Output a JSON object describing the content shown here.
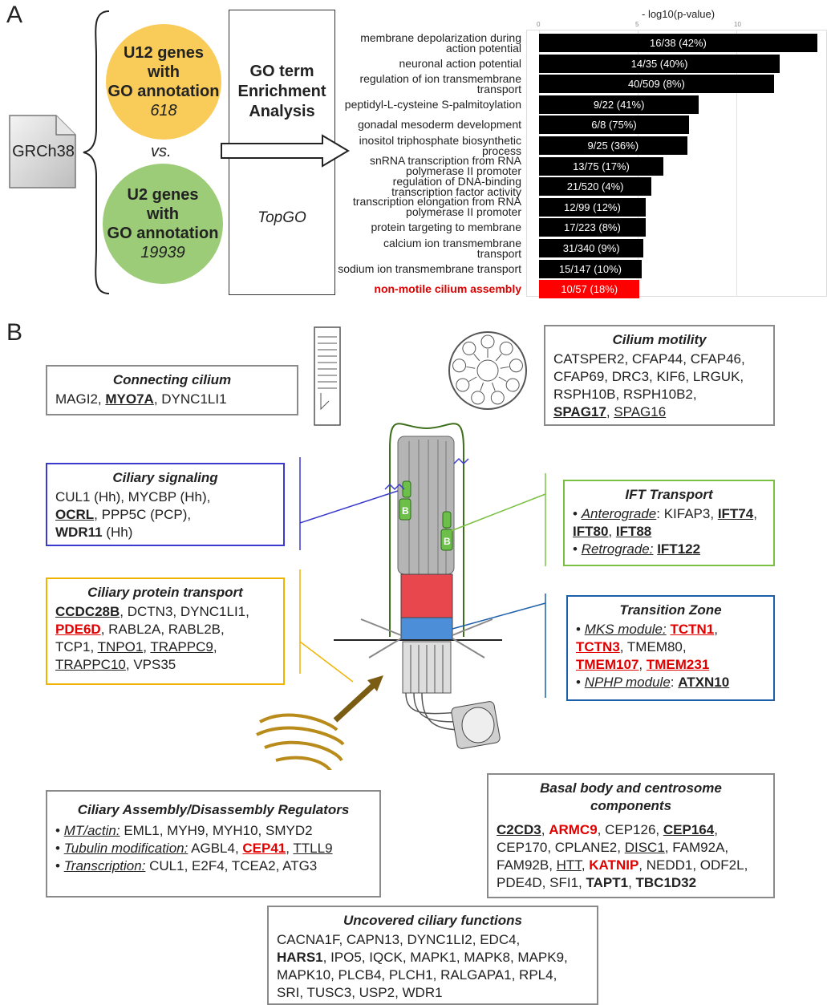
{
  "panel_a": {
    "letter": "A",
    "grch": "GRCh38",
    "u12": {
      "line1": "U12 genes",
      "line2": "with",
      "line3": "GO annotation",
      "count": "618"
    },
    "vs": "vs.",
    "u2": {
      "line1": "U2 genes",
      "line2": "with",
      "line3": "GO annotation",
      "count": "19939"
    },
    "go_box": {
      "line1": "GO term",
      "line2": "Enrichment",
      "line3": "Analysis",
      "tool": "TopGO"
    },
    "axis_title": "- log10(p-value)",
    "axis_ticks": [
      "0",
      "5",
      "10"
    ],
    "chart_data": {
      "type": "bar",
      "orientation": "horizontal",
      "xlabel": "- log10(p-value)",
      "xlim": [
        0,
        15
      ],
      "categories": [
        "membrane depolarization during action potential",
        "neuronal action potential",
        "regulation of ion transmembrane transport",
        "peptidyl-L-cysteine S-palmitoylation",
        "gonadal mesoderm development",
        "inositol triphosphate biosynthetic process",
        "snRNA transcription from RNA polymerase II promoter",
        "regulation of DNA-binding transcription factor activity",
        "transcription elongation from RNA polymerase II promoter",
        "protein targeting to membrane",
        "calcium ion transmembrane transport",
        "sodium ion transmembrane transport",
        "non-motile cilium assembly"
      ],
      "values": [
        14.1,
        12.2,
        11.9,
        8.1,
        7.6,
        7.5,
        6.3,
        5.7,
        5.4,
        5.4,
        5.3,
        5.2,
        5.1
      ],
      "bar_labels": [
        "16/38 (42%)",
        "14/35 (40%)",
        "40/509 (8%)",
        "9/22 (41%)",
        "6/8 (75%)",
        "9/25 (36%)",
        "13/75 (17%)",
        "21/520 (4%)",
        "12/99 (12%)",
        "17/223 (8%)",
        "31/340 (9%)",
        "15/147 (10%)",
        "10/57 (18%)"
      ],
      "colors": {
        "default": "#000000",
        "highlight": "#ff0000"
      },
      "highlight_index": 12,
      "grid": true
    },
    "label_lines": [
      [
        "membrane depolarization during",
        "action potential"
      ],
      [
        "neuronal action potential"
      ],
      [
        "regulation of ion transmembrane",
        "transport"
      ],
      [
        "peptidyl-L-cysteine S-palmitoylation"
      ],
      [
        "gonadal mesoderm development"
      ],
      [
        "inositol triphosphate biosynthetic",
        "process"
      ],
      [
        "snRNA transcription from RNA",
        "polymerase II promoter"
      ],
      [
        "regulation of DNA-binding",
        "transcription factor activity"
      ],
      [
        "transcription elongation from RNA",
        "polymerase II promoter"
      ],
      [
        "protein targeting to membrane"
      ],
      [
        "calcium ion transmembrane",
        "transport"
      ],
      [
        "sodium ion transmembrane transport"
      ],
      [
        "non-motile cilium assembly"
      ]
    ]
  },
  "panel_b": {
    "letter": "B",
    "cilium_B_label": "B",
    "connecting": {
      "title": "Connecting cilium",
      "g1": "MAGI2, ",
      "g2": "MYO7A",
      "g3": ", DYNC1LI1"
    },
    "motility": {
      "title": "Cilium motility",
      "l1": "CATSPER2, CFAP44, CFAP46,",
      "l2": "CFAP69, DRC3, KIF6, LRGUK,",
      "l3": "RSPH10B, RSPH10B2,",
      "g1": "SPAG17",
      "g2": ", ",
      "g3": "SPAG16"
    },
    "signaling": {
      "title": "Ciliary signaling",
      "l1": "CUL1 (Hh), MYCBP (Hh),",
      "g1": "OCRL",
      "g2": ", PPP5C (PCP),",
      "g3": "WDR11",
      "g4": " (Hh)"
    },
    "ift": {
      "title": "IFT Transport",
      "bullet": "• ",
      "ant": "Anterograde",
      "ant_rest": ": KIFAP3, ",
      "g1": "IFT74",
      "g1s": ",",
      "g2": "IFT80",
      "g2s": ", ",
      "g3": "IFT88",
      "ret": "Retrograde:",
      "ret_sp": " ",
      "g4": "IFT122"
    },
    "protein": {
      "title": "Ciliary protein transport",
      "g1": "CCDC28B",
      "s1": ", DCTN3, DYNC1LI1,",
      "g2": "PDE6D",
      "s2": ", RABL2A, RABL2B,",
      "s3": "TCP1, ",
      "g3": "TNPO1",
      "s4": ", ",
      "g4": "TRAPPC9",
      "s5": ",",
      "g5": "TRAPPC10",
      "s6": ", VPS35"
    },
    "tz": {
      "title": "Transition Zone",
      "bullet": "• ",
      "mks": "MKS module:",
      "sp": " ",
      "g1": "TCTN1",
      "c1": ",",
      "g2": "TCTN3",
      "s2": ", TMEM80,",
      "g3": "TMEM107",
      "c3": ", ",
      "g4": "TMEM231",
      "nphp": "NPHP module",
      "colon": ": ",
      "g5": "ATXN10"
    },
    "assembly": {
      "title": "Ciliary Assembly/Disassembly Regulators",
      "bullet": "• ",
      "mt": "MT/actin:",
      "mt_rest": " EML1, MYH9, MYH10, SMYD2",
      "tub": "Tubulin modification:",
      "tub_rest": " AGBL4, ",
      "g1": "CEP41",
      "c1": ", ",
      "g2": "TTLL9",
      "tr": "Transcription:",
      "tr_rest": " CUL1, E2F4, TCEA2, ATG3"
    },
    "basal": {
      "title1": "Basal body and centrosome",
      "title2": "components",
      "g1": "C2CD3",
      "c1": ", ",
      "g2": "ARMC9",
      "s2": ", CEP126, ",
      "g3": "CEP164",
      "c3": ",",
      "s4": "CEP170, CPLANE2, ",
      "g4": "DISC1",
      "s5": ", FAM92A,",
      "s6": "FAM92B, ",
      "g5": "HTT",
      "c5": ", ",
      "g6": "KATNIP",
      "s7": ", NEDD1, ODF2L,",
      "s8": "PDE4D, SFI1, ",
      "g7": "TAPT1",
      "c7": ", ",
      "g8": "TBC1D32"
    },
    "uncovered": {
      "title": "Uncovered ciliary functions",
      "l1": "CACNA1F, CAPN13, DYNC1LI2, EDC4,",
      "g1": "HARS1",
      "s1": ", IPO5, IQCK, MAPK1, MAPK8, MAPK9,",
      "l3": "MAPK10, PLCB4, PLCH1, RALGAPA1, RPL4,",
      "l4": "SRI, TUSC3, USP2, WDR1"
    }
  }
}
